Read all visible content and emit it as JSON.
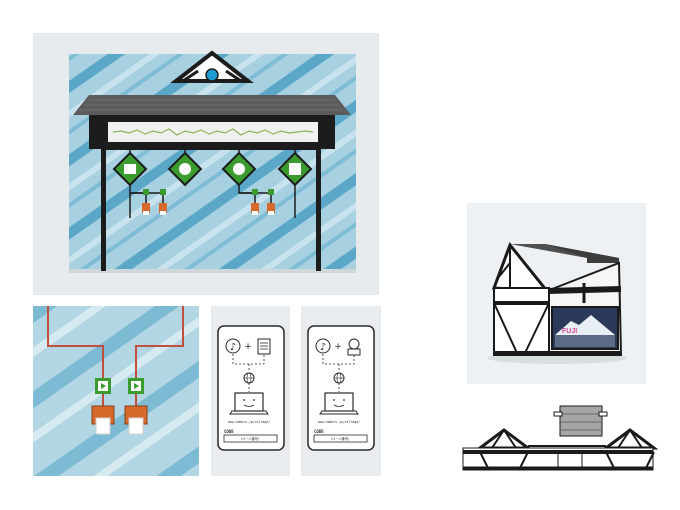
{
  "cards": [
    {
      "code_label": "CODE",
      "code_value": "（ページ番号）",
      "url": "www.noboru.jp/village/"
    },
    {
      "code_label": "CODE",
      "code_value": "（ページ番号）",
      "url": "www.noboru.jp/village/"
    }
  ],
  "kiosk": {
    "screen_text": "FUJI"
  },
  "icons": {
    "music": "music-note-icon",
    "doc": "document-icon",
    "globe": "globe-icon",
    "laptop": "laptop-icon",
    "play": "play-button-icon"
  },
  "colors": {
    "board_bg": "#9cc9dc",
    "board_stripe": "#5aa7c8",
    "roof": "#595959",
    "frame": "#1c1c1c",
    "sign_green": "#3a9c2f",
    "wire": "#c0503c",
    "switch_orange": "#d66a2c"
  }
}
